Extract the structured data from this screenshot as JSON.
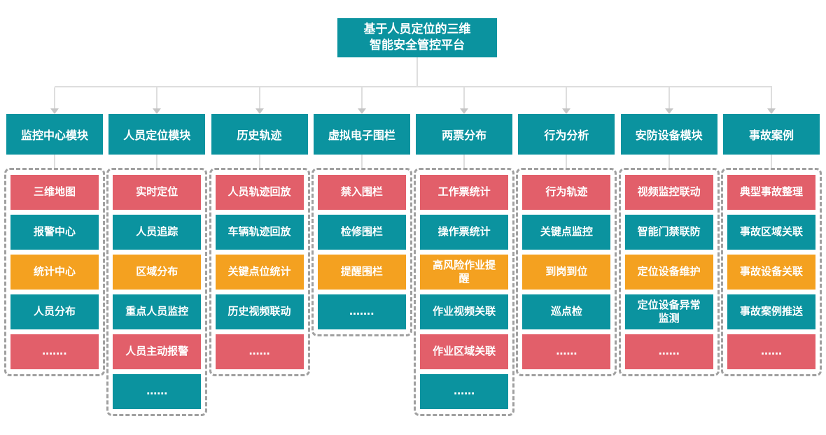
{
  "title": "基于人员定位的三维智能安全管控平台",
  "theme": {
    "teal": "#0B939F",
    "red": "#E25F6A",
    "orange": "#F4A120",
    "connector_gray": "#DEDEDE",
    "arrow_gray": "#C5C5C5",
    "dash_border_gray": "#A0A0A0",
    "text_white": "#FFFFFF"
  },
  "columns": [
    {
      "header": "监控中心模块",
      "items": [
        {
          "label": "三维地图",
          "color": "red"
        },
        {
          "label": "报警中心",
          "color": "teal"
        },
        {
          "label": "统计中心",
          "color": "orange"
        },
        {
          "label": "人员分布",
          "color": "teal"
        },
        {
          "label": "…….",
          "color": "red"
        }
      ]
    },
    {
      "header": "人员定位模块",
      "items": [
        {
          "label": "实时定位",
          "color": "red"
        },
        {
          "label": "人员追踪",
          "color": "teal"
        },
        {
          "label": "区域分布",
          "color": "orange"
        },
        {
          "label": "重点人员监控",
          "color": "teal"
        },
        {
          "label": "人员主动报警",
          "color": "red"
        },
        {
          "label": "……",
          "color": "teal"
        }
      ]
    },
    {
      "header": "历史轨迹",
      "items": [
        {
          "label": "人员轨迹回放",
          "color": "red"
        },
        {
          "label": "车辆轨迹回放",
          "color": "teal"
        },
        {
          "label": "关键点位统计",
          "color": "orange"
        },
        {
          "label": "历史视频联动",
          "color": "teal"
        },
        {
          "label": "……",
          "color": "red"
        }
      ]
    },
    {
      "header": "虚拟电子围栏",
      "items": [
        {
          "label": "禁入围栏",
          "color": "red"
        },
        {
          "label": "检修围栏",
          "color": "teal"
        },
        {
          "label": "提醒围栏",
          "color": "orange"
        },
        {
          "label": "…….",
          "color": "teal"
        }
      ]
    },
    {
      "header": "两票分布",
      "items": [
        {
          "label": "工作票统计",
          "color": "red"
        },
        {
          "label": "操作票统计",
          "color": "teal"
        },
        {
          "label": "高风险作业提醒",
          "color": "orange"
        },
        {
          "label": "作业视频关联",
          "color": "teal"
        },
        {
          "label": "作业区域关联",
          "color": "red"
        },
        {
          "label": "……",
          "color": "teal"
        }
      ]
    },
    {
      "header": "行为分析",
      "items": [
        {
          "label": "行为轨迹",
          "color": "red"
        },
        {
          "label": "关键点监控",
          "color": "teal"
        },
        {
          "label": "到岗到位",
          "color": "orange"
        },
        {
          "label": "巡点检",
          "color": "teal"
        },
        {
          "label": "……",
          "color": "red"
        }
      ]
    },
    {
      "header": "安防设备模块",
      "items": [
        {
          "label": "视频监控联动",
          "color": "red"
        },
        {
          "label": "智能门禁联防",
          "color": "teal"
        },
        {
          "label": "定位设备维护",
          "color": "orange"
        },
        {
          "label": "定位设备异常监测",
          "color": "teal"
        },
        {
          "label": "……",
          "color": "red"
        }
      ]
    },
    {
      "header": "事故案例",
      "items": [
        {
          "label": "典型事故整理",
          "color": "red"
        },
        {
          "label": "事故区域关联",
          "color": "teal"
        },
        {
          "label": "事故设备关联",
          "color": "orange"
        },
        {
          "label": "事故案例推送",
          "color": "teal"
        },
        {
          "label": "……",
          "color": "red"
        }
      ]
    }
  ]
}
